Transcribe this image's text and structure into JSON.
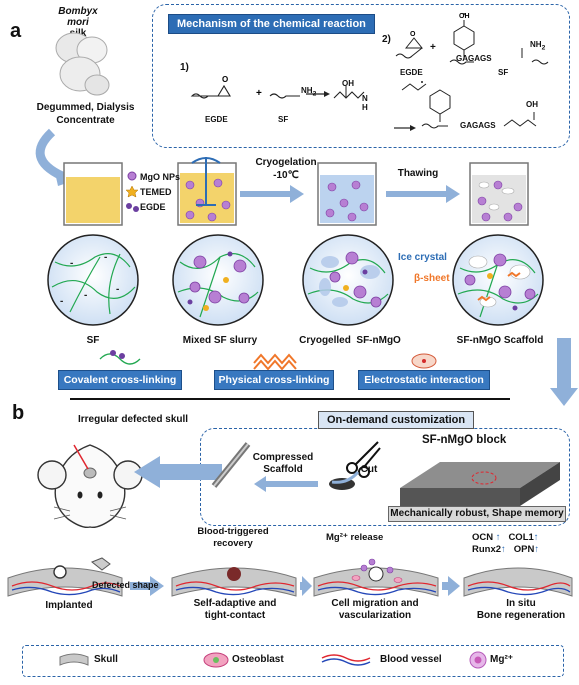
{
  "panel_a": {
    "letter": "a",
    "silk_title": "Bombyx mori",
    "silk_sub": "silk",
    "process": "Degummed, Dialysis",
    "concentrate": "Concentrate",
    "mechanism_title": "Mechanism of the chemical reaction",
    "reaction1": {
      "index": "1)",
      "egde": "EGDE",
      "sf": "SF",
      "nh2": "NH",
      "nh2_sub": "2",
      "oh": "OH",
      "nh": "N",
      "h": "H"
    },
    "reaction2": {
      "index": "2)",
      "egde": "EGDE",
      "sf": "SF",
      "seq": "GAGAGS",
      "seq2": "GAGAGS",
      "oh": "OH",
      "nh2": "NH",
      "nh2_sub": "2",
      "plus": "+"
    },
    "reagents": [
      "MgO NPs",
      "TEMED",
      "EGDE"
    ],
    "cryogelation": "Cryogelation",
    "temp": "-10℃",
    "thawing": "Thawing",
    "ice_crystal": "Ice crystal",
    "beta_sheet": "β-sheet",
    "states": [
      "SF",
      "Mixed SF slurry",
      "Cryogelled  SF-nMgO",
      "SF-nMgO Scaffold"
    ],
    "interactions": [
      "Covalent cross-linking",
      "Physical cross-linking",
      "Electrostatic interaction"
    ]
  },
  "panel_b": {
    "letter": "b",
    "skull_label": "Irregular defected skull",
    "customization": "On-demand customization",
    "compressed": "Compressed",
    "scaffold": "Scaffold",
    "cut": "Cut",
    "block": "SF-nMgO block",
    "property": "Mechanically robust, Shape memory",
    "blood_trigger": "Blood-triggered",
    "recovery": "recovery",
    "mg_release": "Mg²⁺ release",
    "markers": {
      "ocn": "OCN",
      "runx2": "Runx2",
      "col1": "COL1",
      "opn": "OPN",
      "up": "↑"
    },
    "defected_shape": "Defected shape",
    "stages": [
      "Implanted",
      "Self-adaptive and",
      "tight-contact",
      "Cell migration and",
      "vascularization",
      "In situ",
      "Bone regeneration"
    ],
    "legend": [
      "Skull",
      "Osteoblast",
      "Blood vessel",
      "Mg²⁺"
    ]
  },
  "colors": {
    "accent": "#2d6db5",
    "slurry": "#f3d36b",
    "cryo": "#bcd3ef",
    "mgo": "#b77fd3",
    "fiber": "#22a851",
    "vessel_red": "#e0262f",
    "vessel_blue": "#2447b8",
    "beta": "#f0772a"
  }
}
